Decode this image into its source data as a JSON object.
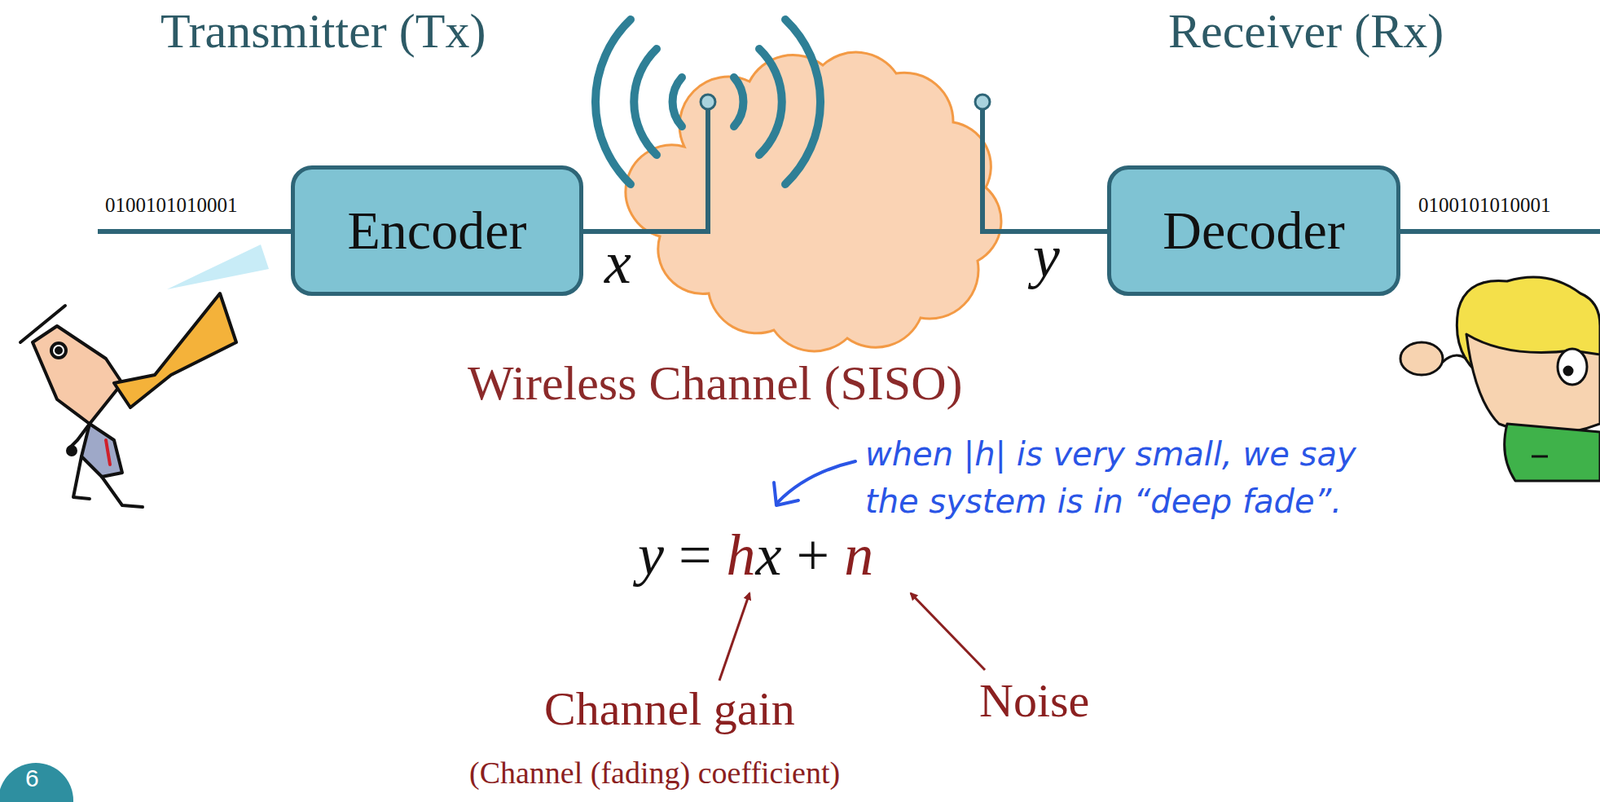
{
  "diagram": {
    "nodes": [
      {
        "text": [
          "Encoder"
        ]
      },
      {
        "text": [
          "Decoder"
        ]
      }
    ],
    "labels": [
      "Transmitter (Tx)",
      "Receiver (Rx)",
      "0100101010001",
      "x",
      "y",
      "0100101010001",
      "Wireless Channel (SISO)",
      "when |h| is very small, we say the system is in “deep fade”.",
      "y",
      "=",
      "h",
      "x",
      "+",
      "n",
      "Channel gain",
      "Noise",
      "(Channel (fading) coefficient)",
      "6"
    ]
  }
}
